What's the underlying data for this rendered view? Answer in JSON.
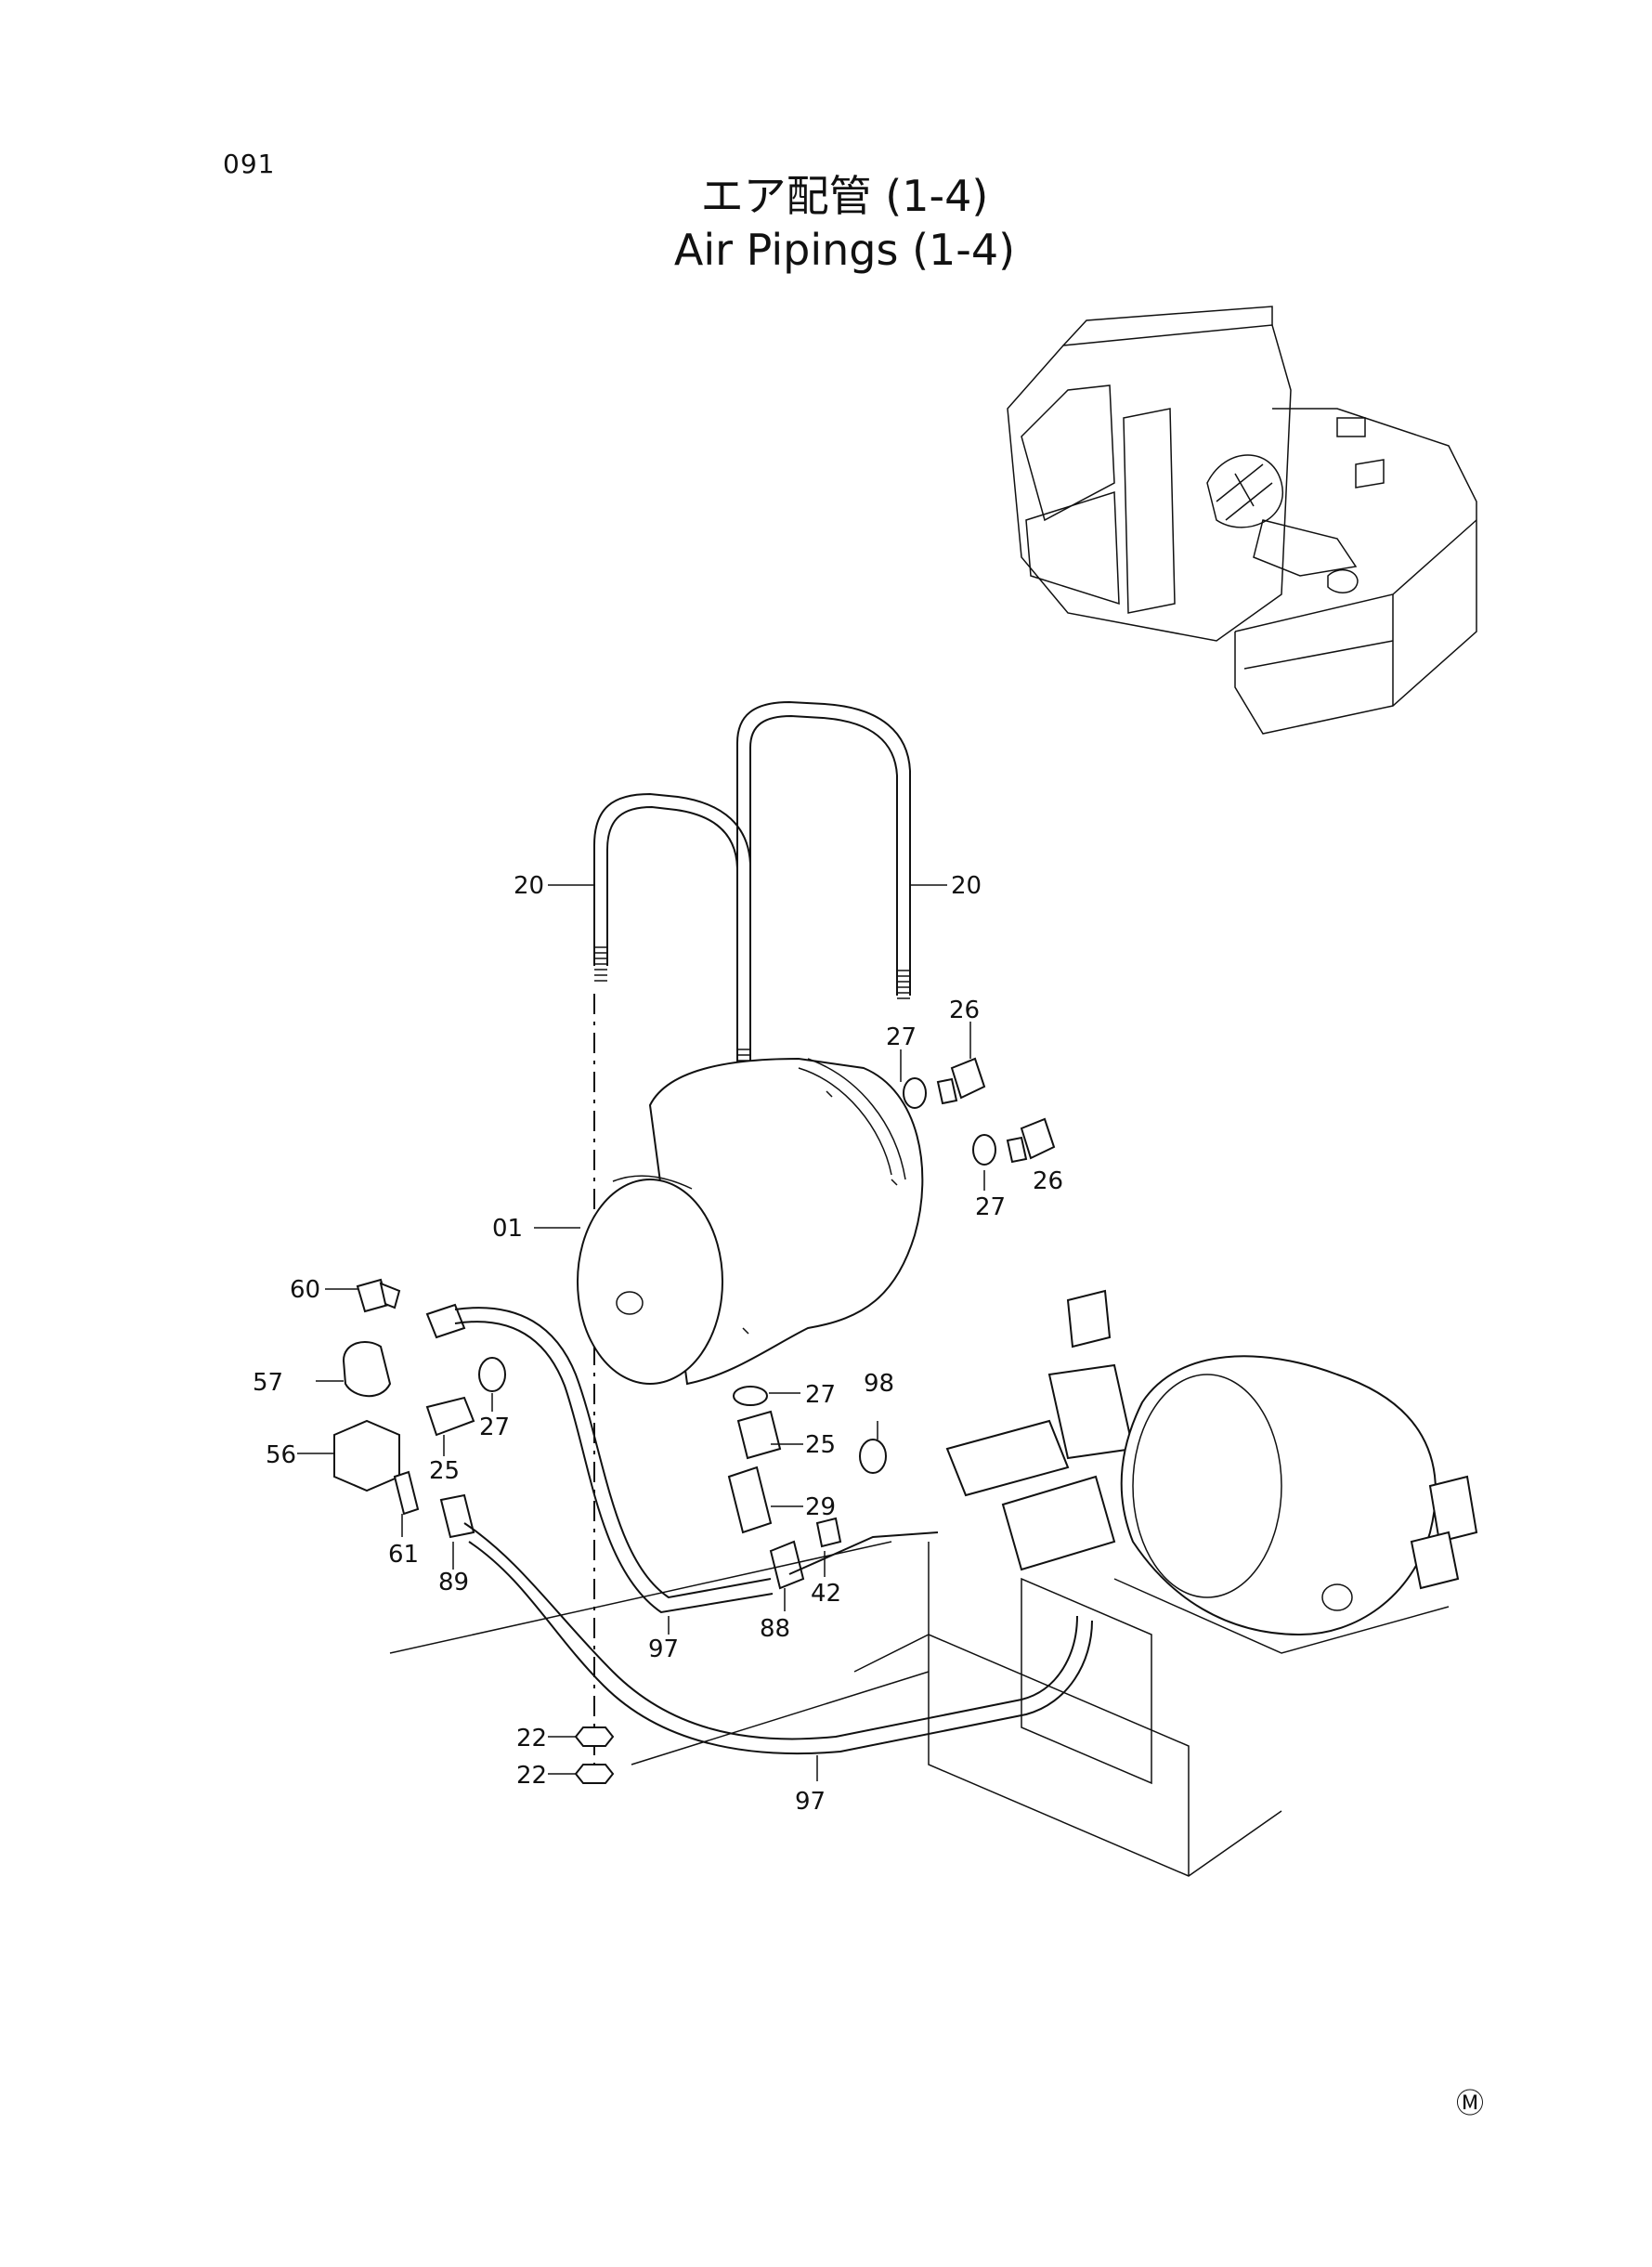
{
  "page_number": "091",
  "title_ja": "エア配管 (1-4)",
  "title_en": "Air Pipings (1-4)",
  "manufacturer_mark": "Ⓜ",
  "callouts": {
    "c01": "01",
    "c20a": "20",
    "c20b": "20",
    "c22a": "22",
    "c22b": "22",
    "c25a": "25",
    "c25b": "25",
    "c26a": "26",
    "c26b": "26",
    "c27a": "27",
    "c27b": "27",
    "c27c": "27",
    "c27d": "27",
    "c29": "29",
    "c42": "42",
    "c56": "56",
    "c57": "57",
    "c60": "60",
    "c61": "61",
    "c88": "88",
    "c89": "89",
    "c97a": "97",
    "c97b": "97",
    "c98": "98"
  }
}
